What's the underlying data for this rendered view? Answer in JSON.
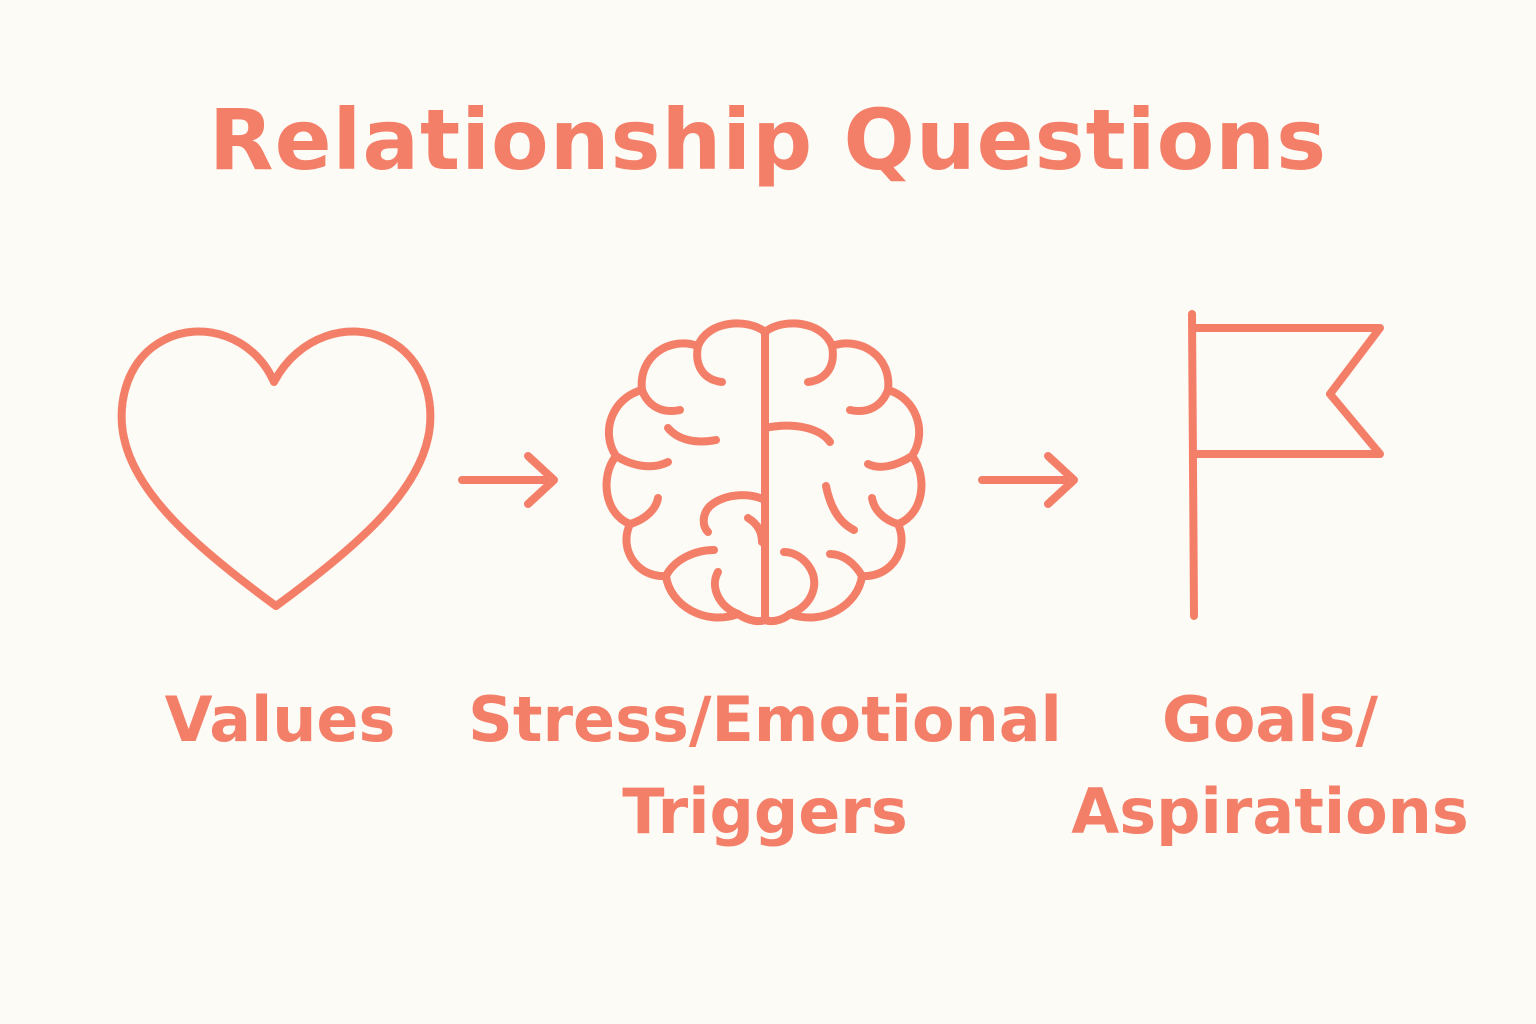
{
  "title": "Relationship Questions",
  "colors": {
    "accent": "#f47f69",
    "background": "#fdfbf6"
  },
  "steps": [
    {
      "icon": "heart-icon",
      "label_lines": [
        "Values"
      ]
    },
    {
      "icon": "brain-icon",
      "label_lines": [
        "Stress/Emotional",
        "Triggers"
      ]
    },
    {
      "icon": "flag-icon",
      "label_lines": [
        "Goals/",
        "Aspirations"
      ]
    }
  ],
  "connectors": [
    "arrow-right-icon",
    "arrow-right-icon"
  ]
}
